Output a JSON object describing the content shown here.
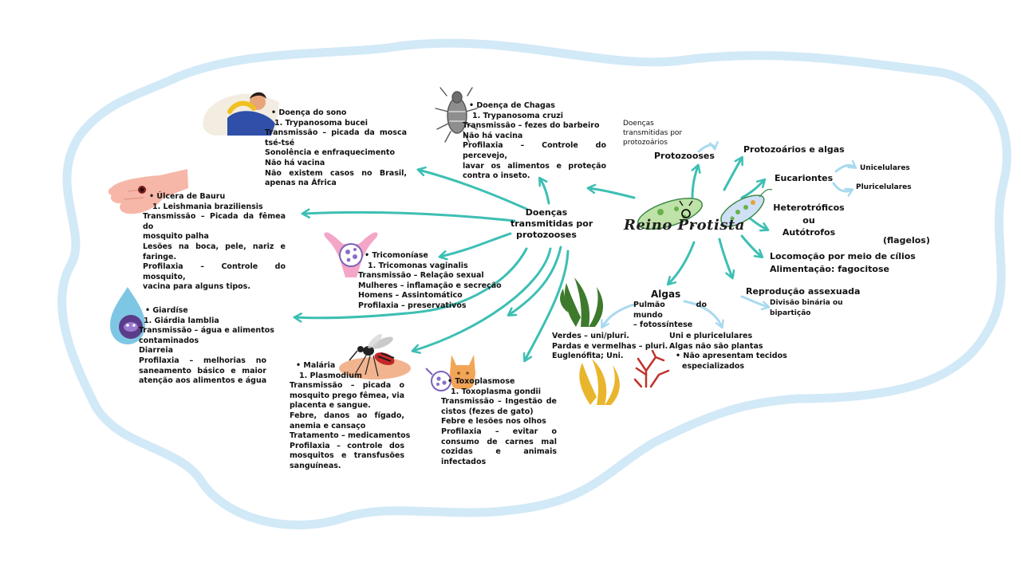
{
  "center": {
    "title": "Reino Protista",
    "diseases_hub": [
      "Doenças",
      "transmitidas por",
      "protozooses"
    ]
  },
  "right": {
    "protozooses": "Protozooses",
    "diseases_ref": [
      "Doenças",
      "transmitidas por",
      "protozoários"
    ],
    "protozoa_algae": "Protozoários e algas",
    "eukaryotes": "Eucariontes",
    "unicellular": "Unicelulares",
    "multicellular": "Pluricelulares",
    "nutrition": [
      "Heterotróficos",
      "ou",
      "Autótrofos"
    ],
    "flagella": "(flagelos)",
    "locomotion": "Locomoção por meio de cílios",
    "feeding": "Alimentação: fagocitose",
    "reproduction": "Reprodução assexuada",
    "reproduction_detail": [
      "Divisão binária ou",
      "bipartição"
    ]
  },
  "algae": {
    "title": "Algas",
    "desc": [
      "Pulmão do mundo",
      "– fotossíntese"
    ],
    "left": [
      "Verdes – uni/pluri.",
      "Pardas e vermelhas – pluri.",
      "Euglenófita; Uni."
    ],
    "right": [
      "Uni e pluricelulares",
      "Algas não são plantas",
      "• Não apresentam tecidos",
      "especializados"
    ]
  },
  "diseases": {
    "sleep": [
      "• Doença do sono",
      "1. Trypanosoma bucei",
      "Transmissão – picada da mosca",
      "tsé-tsé",
      "Sonolência e enfraquecimento",
      "Não há vacina",
      "Não existem casos no Brasil,",
      "apenas na África"
    ],
    "chagas": [
      "• Doença de Chagas",
      "1. Trypanosoma cruzi",
      "Transmissão – fezes do barbeiro",
      "Não há vacina",
      "Profilaxia – Controle do percevejo,",
      "lavar os alimentos e proteção",
      "contra o inseto."
    ],
    "bauru": [
      "• Úlcera de Bauru",
      "1. Leishmania braziliensis",
      "Transmissão – Picada da fêmea do",
      "mosquito palha",
      "Lesões na boca, pele, nariz e",
      "faringe.",
      "Profilaxia – Controle do mosquito,",
      "vacina para alguns tipos."
    ],
    "tricho": [
      "• Tricomoníase",
      "1. Tricomonas vaginalis",
      "Transmissão – Relação sexual",
      "Mulheres – inflamação e secreção",
      "Homens – Assintomático",
      "Profilaxia – preservativos"
    ],
    "giardia": [
      "• Giardíse",
      "1. Giárdia lamblia",
      "Transmissão – água e alimentos",
      "contaminados",
      "Diarreia",
      "Profilaxia – melhorias no",
      "saneamento básico e maior",
      "atenção aos alimentos e água"
    ],
    "malaria": [
      "• Malária",
      "1. Plasmodium",
      "Transmissão – picada o",
      "mosquito prego fêmea, via",
      "placenta e sangue.",
      "Febre, danos ao fígado,",
      "anemia e cansaço",
      "Tratamento – medicamentos",
      "Profilaxia – controle dos",
      "mosquitos e transfusões",
      "sanguíneas."
    ],
    "toxo": [
      "• Toxoplasmose",
      "1. Toxoplasma gondii",
      "Transmissão – Ingestão de",
      "cistos (fezes de gato)",
      "Febre e lesões nos olhos",
      "Profilaxia – evitar o",
      "consumo de carnes mal",
      "cozidas e animais",
      "infectados"
    ]
  },
  "colors": {
    "arrow": "#3dbfb3",
    "arrow_light": "#a9d9f0",
    "blob_outline": "#cfe8f8"
  }
}
